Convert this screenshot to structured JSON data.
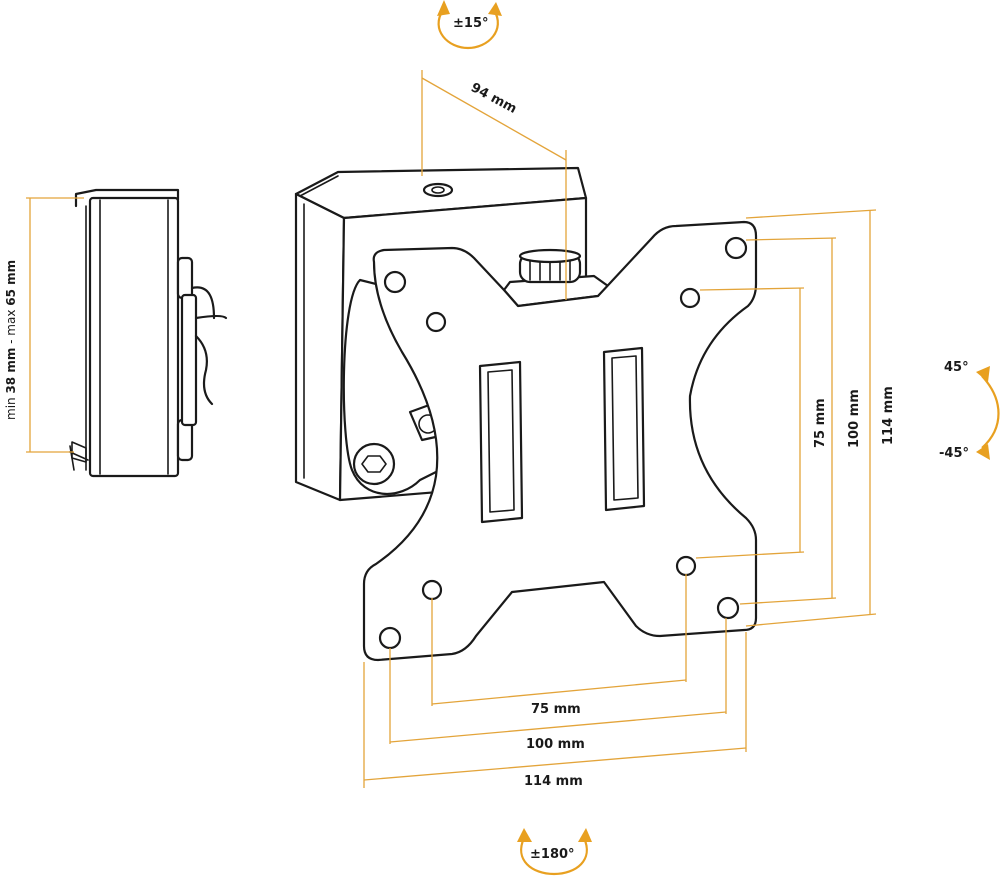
{
  "dimensions": {
    "top_depth": "94 mm",
    "horizontal": [
      "75 mm",
      "100 mm",
      "114 mm"
    ],
    "vertical": [
      "75 mm",
      "100 mm",
      "114 mm"
    ]
  },
  "side_depth": {
    "prefix": "min ",
    "min_value": "38 mm",
    "middle": " - max ",
    "max_value": "65 mm"
  },
  "rotation": {
    "tilt": "±15°",
    "swivel": "±180°",
    "rotate_up": "45°",
    "rotate_down": "-45°"
  },
  "colors": {
    "accent": "#e8a020",
    "dimension_line": "#e3a43a",
    "line_art": "#1a1a1a"
  }
}
